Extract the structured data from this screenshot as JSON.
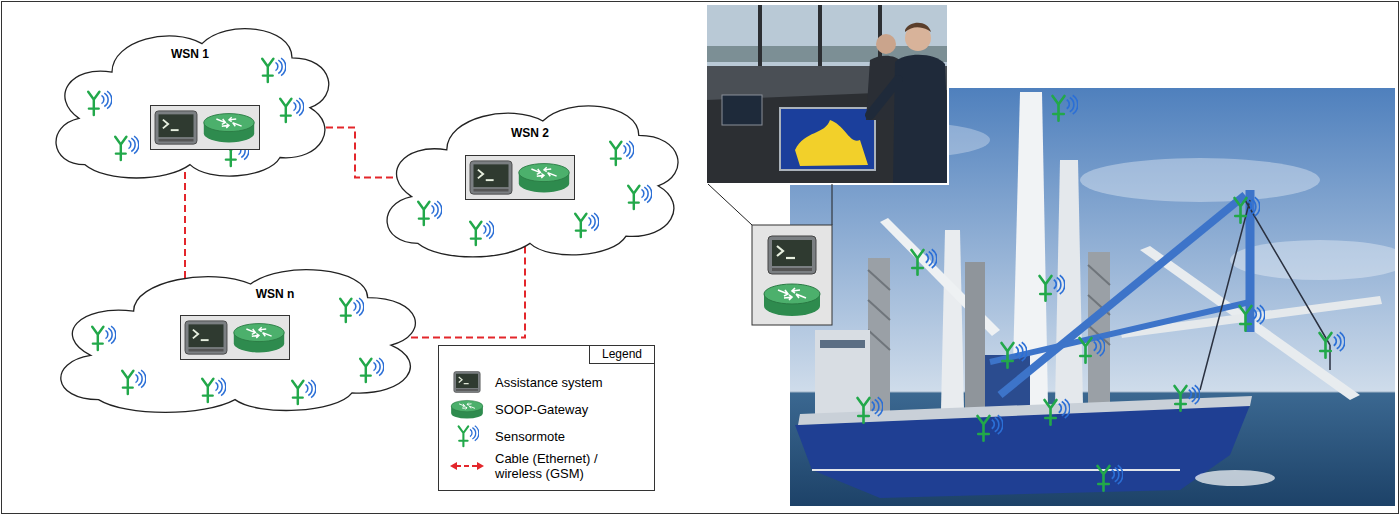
{
  "diagram": {
    "nodes": [
      {
        "text": [
          "WSN 1"
        ]
      },
      {
        "text": [
          "WSN 2"
        ]
      },
      {
        "text": [
          "WSN n"
        ]
      }
    ],
    "edges": [
      {
        "from": 0,
        "to": 1,
        "arrow": "both"
      },
      {
        "from": 0,
        "to": 2,
        "arrow": "both"
      },
      {
        "from": 2,
        "to": 1,
        "arrow": "both"
      }
    ],
    "labels": [
      "Legend"
    ],
    "legend": [
      {
        "text": "Assistance system"
      },
      {
        "text": "SOOP-Gateway"
      },
      {
        "text": "Sensormote"
      },
      {
        "text": "Cable (Ethernet) / wireless (GSM)"
      }
    ]
  }
}
